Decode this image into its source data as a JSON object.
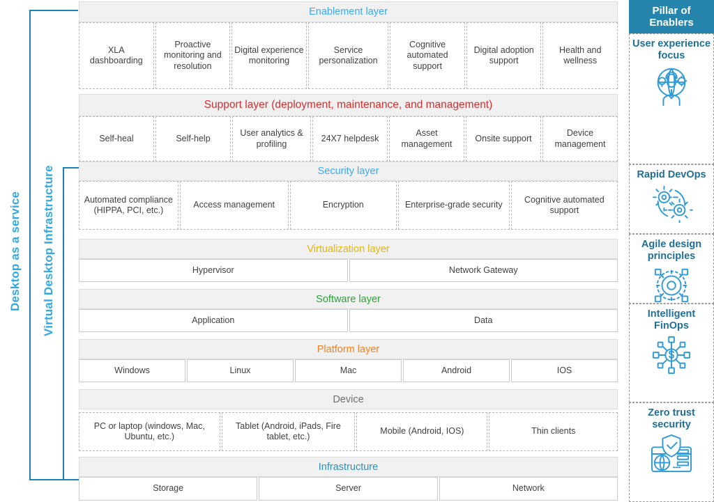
{
  "vertical_labels": {
    "outer": "Desktop as a service",
    "inner": "Virtual Desktop Infrastructure"
  },
  "colors": {
    "enablement": "#3ba9f0",
    "support": "#d02f2f",
    "security": "#3ba9f0",
    "virtualization": "#e8b500",
    "software": "#2aa13a",
    "platform": "#f58220",
    "device": "#6e6e6e",
    "infrastructure": "#2f8fb5",
    "pillar_header_bg": "#2585ac",
    "pillar_text": "#1f6f96",
    "bracket": "#1a84b8",
    "vertical_label": "#35a8e0"
  },
  "layers": [
    {
      "id": "enablement",
      "title": "Enablement  layer",
      "items": [
        "XLA dashboarding",
        "Proactive monitoring and resolution",
        "Digital experience monitoring",
        "Service personalization",
        "Cognitive automated support",
        "Digital adoption support",
        "Health and wellness"
      ]
    },
    {
      "id": "support",
      "title": "Support layer (deployment, maintenance,  and management)",
      "items": [
        "Self-heal",
        "Self-help",
        "User analytics & profiling",
        "24X7 helpdesk",
        "Asset management",
        "Onsite support",
        "Device management"
      ]
    },
    {
      "id": "security",
      "title": "Security layer",
      "items": [
        "Automated compliance (HIPPA, PCI, etc.)",
        "Access management",
        "Encryption",
        "Enterprise-grade security",
        "Cognitive automated support"
      ]
    },
    {
      "id": "virtualization",
      "title": "Virtualization layer",
      "items": [
        "Hypervisor",
        "Network Gateway"
      ]
    },
    {
      "id": "software",
      "title": "Software layer",
      "items": [
        "Application",
        "Data"
      ]
    },
    {
      "id": "platform",
      "title": "Platform layer",
      "items": [
        "Windows",
        "Linux",
        "Mac",
        "Android",
        "IOS"
      ]
    },
    {
      "id": "device",
      "title": "Device",
      "items": [
        "PC or laptop (windows, Mac, Ubuntu, etc.)",
        "Tablet (Android, iPads, Fire tablet, etc.)",
        "Mobile (Android, IOS)",
        "Thin clients"
      ]
    },
    {
      "id": "infrastructure",
      "title": "Infrastructure",
      "items": [
        "Storage",
        "Server",
        "Network"
      ]
    }
  ],
  "pillar": {
    "header": "Pillar of Enablers",
    "items": [
      {
        "label": "User experience focus",
        "icon": "user-globe-icon"
      },
      {
        "label": "Rapid DevOps",
        "icon": "gears-devops-icon"
      },
      {
        "label": "Agile design principles",
        "icon": "gear-network-icon"
      },
      {
        "label": "Intelligent FinOps",
        "icon": "dollar-network-icon"
      },
      {
        "label": "Zero trust security",
        "icon": "shield-server-icon"
      }
    ]
  }
}
